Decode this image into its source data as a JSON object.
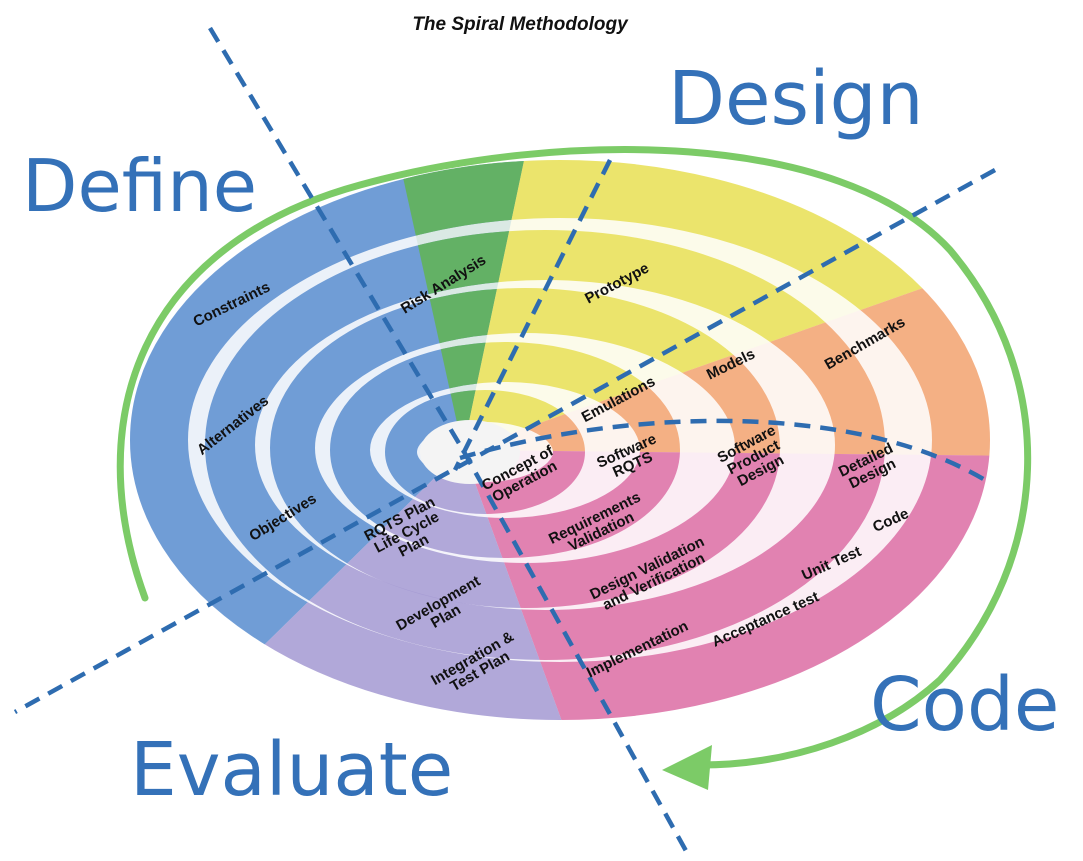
{
  "title": "The Spiral Methodology",
  "phases": {
    "define": "Define",
    "design": "Design",
    "code": "Code",
    "evaluate": "Evaluate"
  },
  "colors": {
    "define": "#5b8ed0",
    "risk": "#62b454",
    "design": "#e8df56",
    "benchmarks": "#f2a371",
    "code": "#dc6fa4",
    "evaluate": "#a49ad2",
    "outer_arrow": "#7ccb67",
    "axis_lines": "#2e6cb0",
    "phase_text": "#3471b8"
  },
  "labels": {
    "constraints": "Constraints",
    "alternatives": "Alternatives",
    "objectives": "Objectives",
    "risk_analysis": "Risk Analysis",
    "prototype": "Prototype",
    "emulations": "Emulations",
    "models": "Models",
    "benchmarks": "Benchmarks",
    "concept_of_operation": "Concept of\nOperation",
    "software_rqts": "Software\nRQTS",
    "software_product_design": "Software\nProduct\nDesign",
    "detailed_design": "Detailed\nDesign",
    "code": "Code",
    "unit_test": "Unit Test",
    "acceptance_test": "Acceptance test",
    "requirements_validation": "Requirements\nValidation",
    "design_validation": "Design Validation\nand Verification",
    "implementation": "Implementation",
    "rqts_plan": "RQTS Plan\nLife Cycle\nPlan",
    "development_plan": "Development\nPlan",
    "integration_test_plan": "Integration &\nTest Plan"
  }
}
